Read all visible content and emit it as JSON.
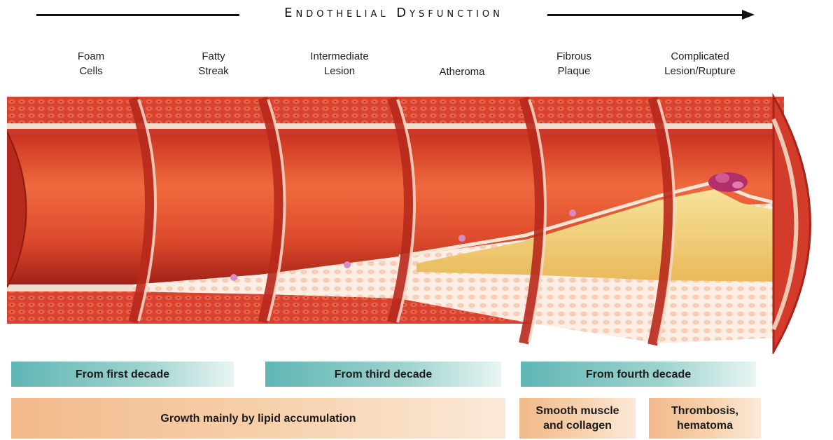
{
  "title": "Endothelial Dysfunction",
  "stages": [
    {
      "label": "Foam\nCells"
    },
    {
      "label": "Fatty\nStreak"
    },
    {
      "label": "Intermediate\nLesion"
    },
    {
      "label": "Atheroma"
    },
    {
      "label": "Fibrous\nPlaque"
    },
    {
      "label": "Complicated\nLesion/Rupture"
    }
  ],
  "onset": [
    {
      "label": "From first decade"
    },
    {
      "label": "From third decade"
    },
    {
      "label": "From fourth decade"
    }
  ],
  "growth": [
    {
      "label": "Growth mainly by lipid accumulation"
    },
    {
      "label": "Smooth muscle\nand collagen"
    },
    {
      "label": "Thrombosis,\nhematoma"
    }
  ],
  "colors": {
    "vessel_wall": "#d23a2a",
    "lumen": "#e85a3a",
    "lipid_core": "#f3d37a",
    "intima": "#f6e3d6",
    "teal_bar": "#5fb6b4",
    "peach_bar": "#f2b98a"
  }
}
